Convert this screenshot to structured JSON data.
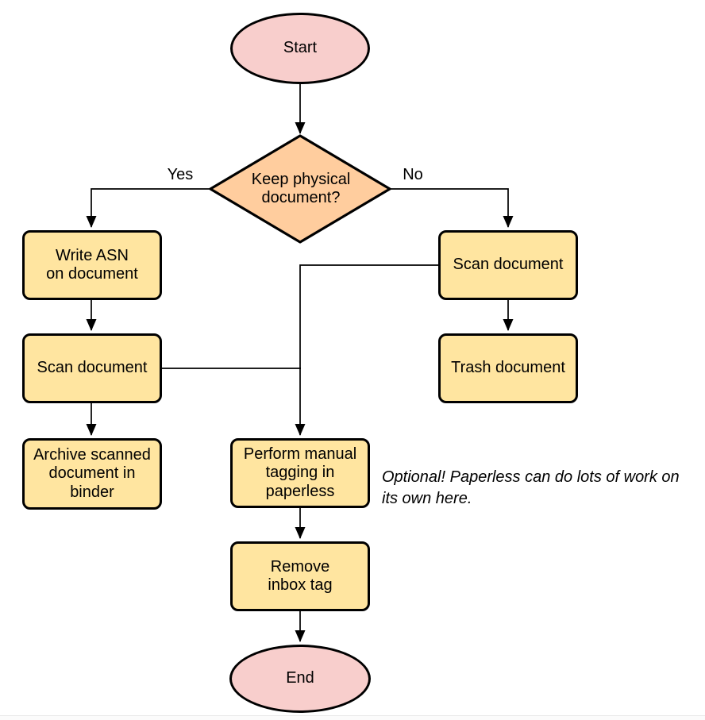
{
  "diagram": {
    "nodes": {
      "start": {
        "label": "Start",
        "shape": "terminal"
      },
      "decision": {
        "label": "Keep physical\ndocument?",
        "shape": "decision"
      },
      "write_asn": {
        "label": "Write ASN\non document",
        "shape": "process"
      },
      "scan_left": {
        "label": "Scan document",
        "shape": "process"
      },
      "archive": {
        "label": "Archive scanned\ndocument in\nbinder",
        "shape": "process"
      },
      "scan_right": {
        "label": "Scan document",
        "shape": "process"
      },
      "trash": {
        "label": "Trash document",
        "shape": "process"
      },
      "tagging": {
        "label": "Perform manual\ntagging in\npaperless",
        "shape": "process"
      },
      "remove_inbox": {
        "label": "Remove\ninbox tag",
        "shape": "process"
      },
      "end": {
        "label": "End",
        "shape": "terminal"
      }
    },
    "edge_labels": {
      "yes": "Yes",
      "no": "No"
    },
    "note": "Optional! Paperless can do lots of work on\nits own here.",
    "colors": {
      "terminal_fill": "#F8CECC",
      "decision_fill": "#FFCD9E",
      "process_fill": "#FFE5A0",
      "stroke": "#000000"
    }
  }
}
